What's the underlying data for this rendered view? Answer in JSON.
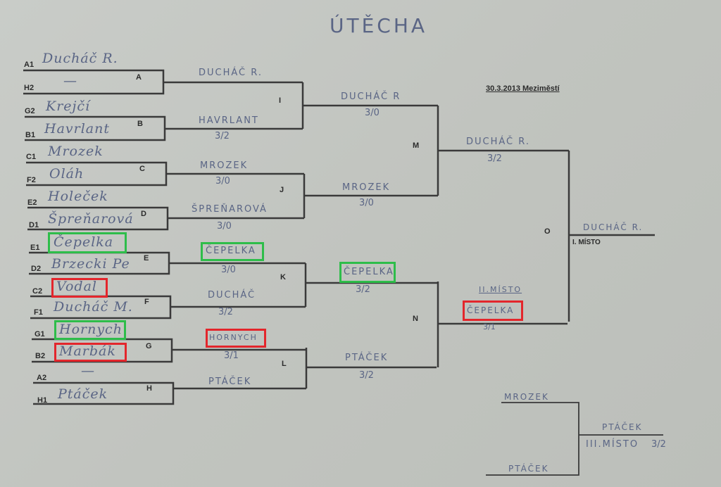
{
  "title": "ÚTĚCHA",
  "date_place": "30.3.2013 Meziměstí",
  "colors": {
    "win_box": "#2ebd4a",
    "loss_box": "#e3262c",
    "ink": "#5a6585"
  },
  "round1": [
    {
      "slot": "A1",
      "name": "Ducháč R."
    },
    {
      "slot": "H2",
      "name": "—"
    },
    {
      "slot": "G2",
      "name": "Krejčí"
    },
    {
      "slot": "B1",
      "name": "Havrlant"
    },
    {
      "slot": "C1",
      "name": "Mrozek"
    },
    {
      "slot": "F2",
      "name": "Oláh"
    },
    {
      "slot": "E2",
      "name": "Holeček"
    },
    {
      "slot": "D1",
      "name": "Špreňarová"
    },
    {
      "slot": "E1",
      "name": "Čepelka"
    },
    {
      "slot": "D2",
      "name": "Brzecki Pe"
    },
    {
      "slot": "C2",
      "name": "Vodal"
    },
    {
      "slot": "F1",
      "name": "Ducháč M."
    },
    {
      "slot": "G1",
      "name": "Hornych"
    },
    {
      "slot": "B2",
      "name": "Marbák"
    },
    {
      "slot": "A2",
      "name": "—"
    },
    {
      "slot": "H1",
      "name": "Ptáček"
    }
  ],
  "match_labels": [
    "A",
    "B",
    "C",
    "D",
    "E",
    "F",
    "G",
    "H",
    "I",
    "J",
    "K",
    "L",
    "M",
    "N",
    "O"
  ],
  "round2": [
    {
      "name": "DUCHÁČ R.",
      "score": ""
    },
    {
      "name": "HAVRLANT",
      "score": "3/2"
    },
    {
      "name": "MROZEK",
      "score": "3/0"
    },
    {
      "name": "ŠPREŇAROVÁ",
      "score": "3/0"
    },
    {
      "name": "ČEPELKA",
      "score": "3/0"
    },
    {
      "name": "DUCHÁČ",
      "score": "3/2"
    },
    {
      "name": "HORNYCH",
      "score": "3/1"
    },
    {
      "name": "PTÁČEK",
      "score": ""
    }
  ],
  "round3": [
    {
      "name": "DUCHÁČ R",
      "score": "3/0"
    },
    {
      "name": "MROZEK",
      "score": "3/0"
    },
    {
      "name": "ČEPELKA",
      "score": "3/2"
    },
    {
      "name": "PTÁČEK",
      "score": "3/2"
    }
  ],
  "round4": [
    {
      "name": "DUCHÁČ R.",
      "score": "3/2"
    },
    {
      "name": "ČEPELKA",
      "score": "3/1",
      "place": "II.MÍSTO"
    }
  ],
  "winner": {
    "name": "DUCHÁČ R.",
    "place": "I. MÍSTO"
  },
  "third_place": {
    "top": "MROZEK",
    "bottom": "PTÁČEK",
    "winner": "PTÁČEK",
    "place": "III.MÍSTO",
    "score": "3/2"
  }
}
